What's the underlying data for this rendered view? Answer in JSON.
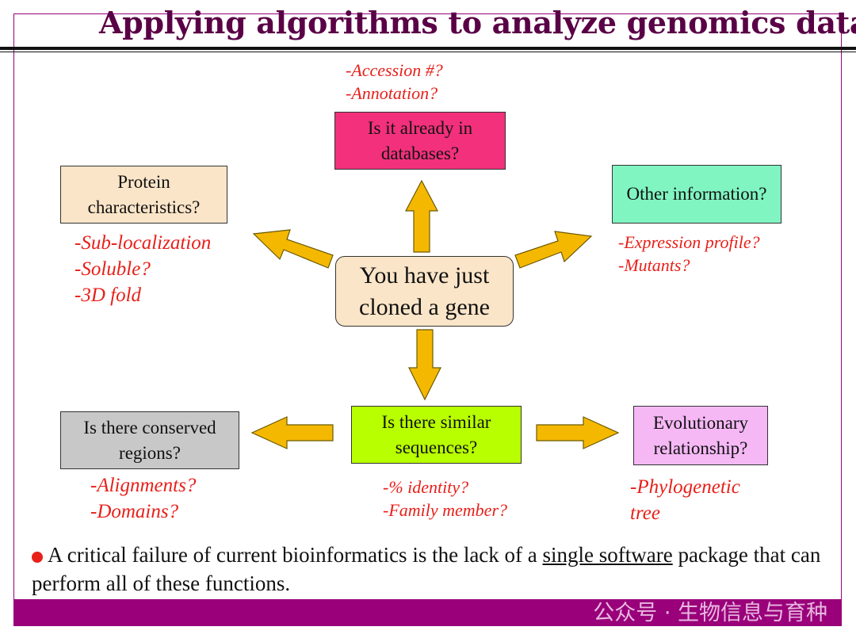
{
  "title": "Applying algorithms to analyze genomics data",
  "center": "You have just cloned a gene",
  "nodes": {
    "databases": {
      "label": "Is it already in databases?",
      "notes": [
        "-Accession #?",
        "-Annotation?"
      ]
    },
    "protein": {
      "label": "Protein characteristics?",
      "notes": [
        "-Sub-localization",
        "-Soluble?",
        "-3D fold"
      ]
    },
    "other": {
      "label": "Other information?",
      "notes": [
        "-Expression profile?",
        "-Mutants?"
      ]
    },
    "similar": {
      "label": "Is there similar sequences?",
      "notes": [
        "-% identity?",
        "-Family member?"
      ]
    },
    "conserved": {
      "label": "Is there conserved regions?",
      "notes": [
        "-Alignments?",
        "-Domains?"
      ]
    },
    "evolution": {
      "label": "Evolutionary relationship?",
      "notes": [
        "-Phylogenetic",
        "tree"
      ]
    }
  },
  "bullet": {
    "before": "A critical failure of current bioinformatics is the lack of a ",
    "underlined": "single software",
    "after": " package that can perform all of these functions."
  },
  "watermark": "公众号 · 生物信息与育种",
  "colors": {
    "title": "#5a0046",
    "bar": "#99007a",
    "arrow": "#f5b800",
    "notes": "#e8201a"
  }
}
